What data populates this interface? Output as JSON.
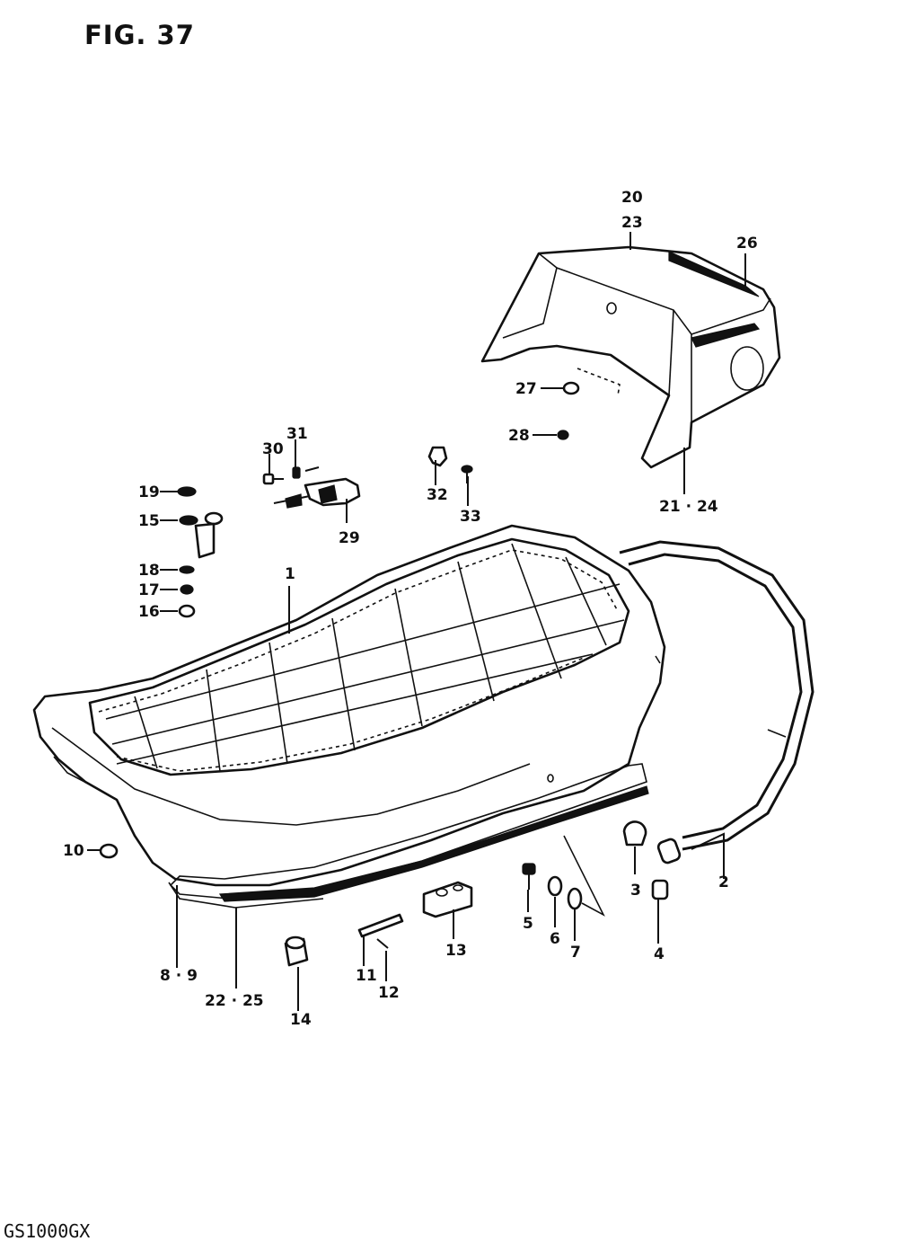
{
  "figure": {
    "title": "FIG. 37",
    "model": "GS1000GX"
  },
  "labels": {
    "l1": "1",
    "l2": "2",
    "l3": "3",
    "l4": "4",
    "l5": "5",
    "l6": "6",
    "l7": "7",
    "l8_9": "8 · 9",
    "l10": "10",
    "l11": "11",
    "l12": "12",
    "l13": "13",
    "l14": "14",
    "l15": "15",
    "l16": "16",
    "l17": "17",
    "l18": "18",
    "l19": "19",
    "l20": "20",
    "l23": "23",
    "l21_24": "21 · 24",
    "l22_25": "22 · 25",
    "l26": "26",
    "l27": "27",
    "l28": "28",
    "l29": "29",
    "l30": "30",
    "l31": "31",
    "l32": "32",
    "l33": "33"
  }
}
